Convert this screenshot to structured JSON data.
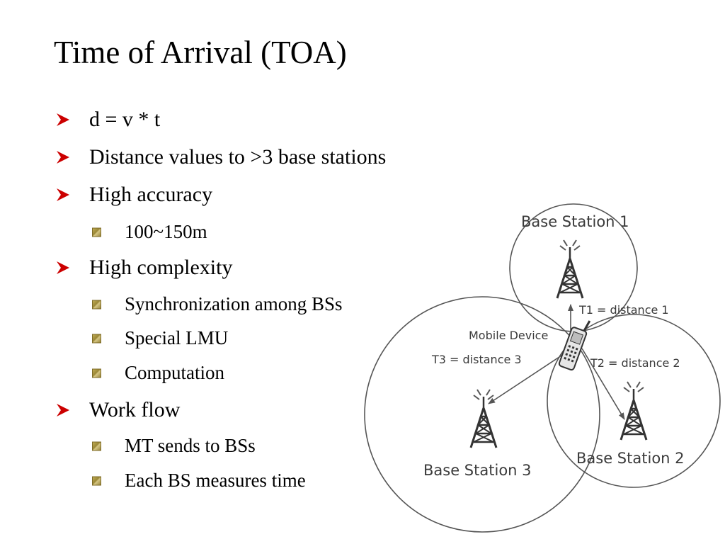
{
  "slide": {
    "title": "Time of Arrival (TOA)",
    "bullets": [
      {
        "level": 1,
        "text": "d = v * t"
      },
      {
        "level": 1,
        "text": "Distance values to >3 base stations"
      },
      {
        "level": 1,
        "text": "High accuracy"
      },
      {
        "level": 2,
        "text": "100~150m"
      },
      {
        "level": 1,
        "text": "High complexity"
      },
      {
        "level": 2,
        "text": "Synchronization among BSs"
      },
      {
        "level": 2,
        "text": "Special LMU"
      },
      {
        "level": 2,
        "text": "Computation"
      },
      {
        "level": 1,
        "text": "Work flow"
      },
      {
        "level": 2,
        "text": "MT sends to BSs"
      },
      {
        "level": 2,
        "text": "Each BS measures time"
      }
    ]
  },
  "diagram": {
    "base_station_1": "Base Station 1",
    "base_station_2": "Base Station 2",
    "base_station_3": "Base Station 3",
    "mobile_device": "Mobile Device",
    "t1": "T1 = distance 1",
    "t2": "T2 = distance 2",
    "t3": "T3 = distance 3"
  },
  "colors": {
    "arrow_bullet": "#cc0000",
    "square_bullet": "#a8953f",
    "diagram_line": "#555555"
  }
}
